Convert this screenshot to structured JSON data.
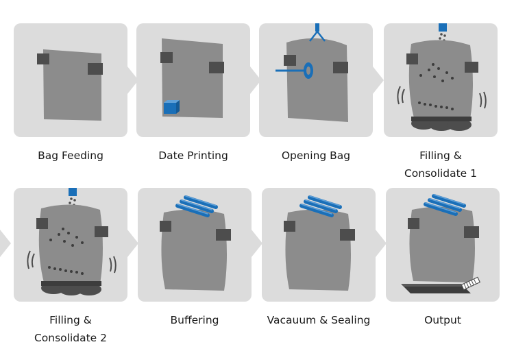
{
  "steps": [
    {
      "label": "Bag Feeding"
    },
    {
      "label": "Date Printing"
    },
    {
      "label": "Opening Bag"
    },
    {
      "label": "Filling &\nConsolidate 1"
    },
    {
      "label": "Filling &\nConsolidate 2"
    },
    {
      "label": "Buffering"
    },
    {
      "label": "Vacauum & Sealing"
    },
    {
      "label": "Output"
    }
  ],
  "colors": {
    "panel": "#dcdcdc",
    "bag": "#8c8c8c",
    "clamp": "#4d4d4d",
    "accent": "#1a6fb8",
    "background": "#ffffff"
  },
  "icons": [
    "bag-icon",
    "clamp-icon",
    "printer-block-icon",
    "opener-probe-icon",
    "filling-nozzle-icon",
    "sealing-bar-icon",
    "conveyor-icon",
    "vibration-icon"
  ]
}
